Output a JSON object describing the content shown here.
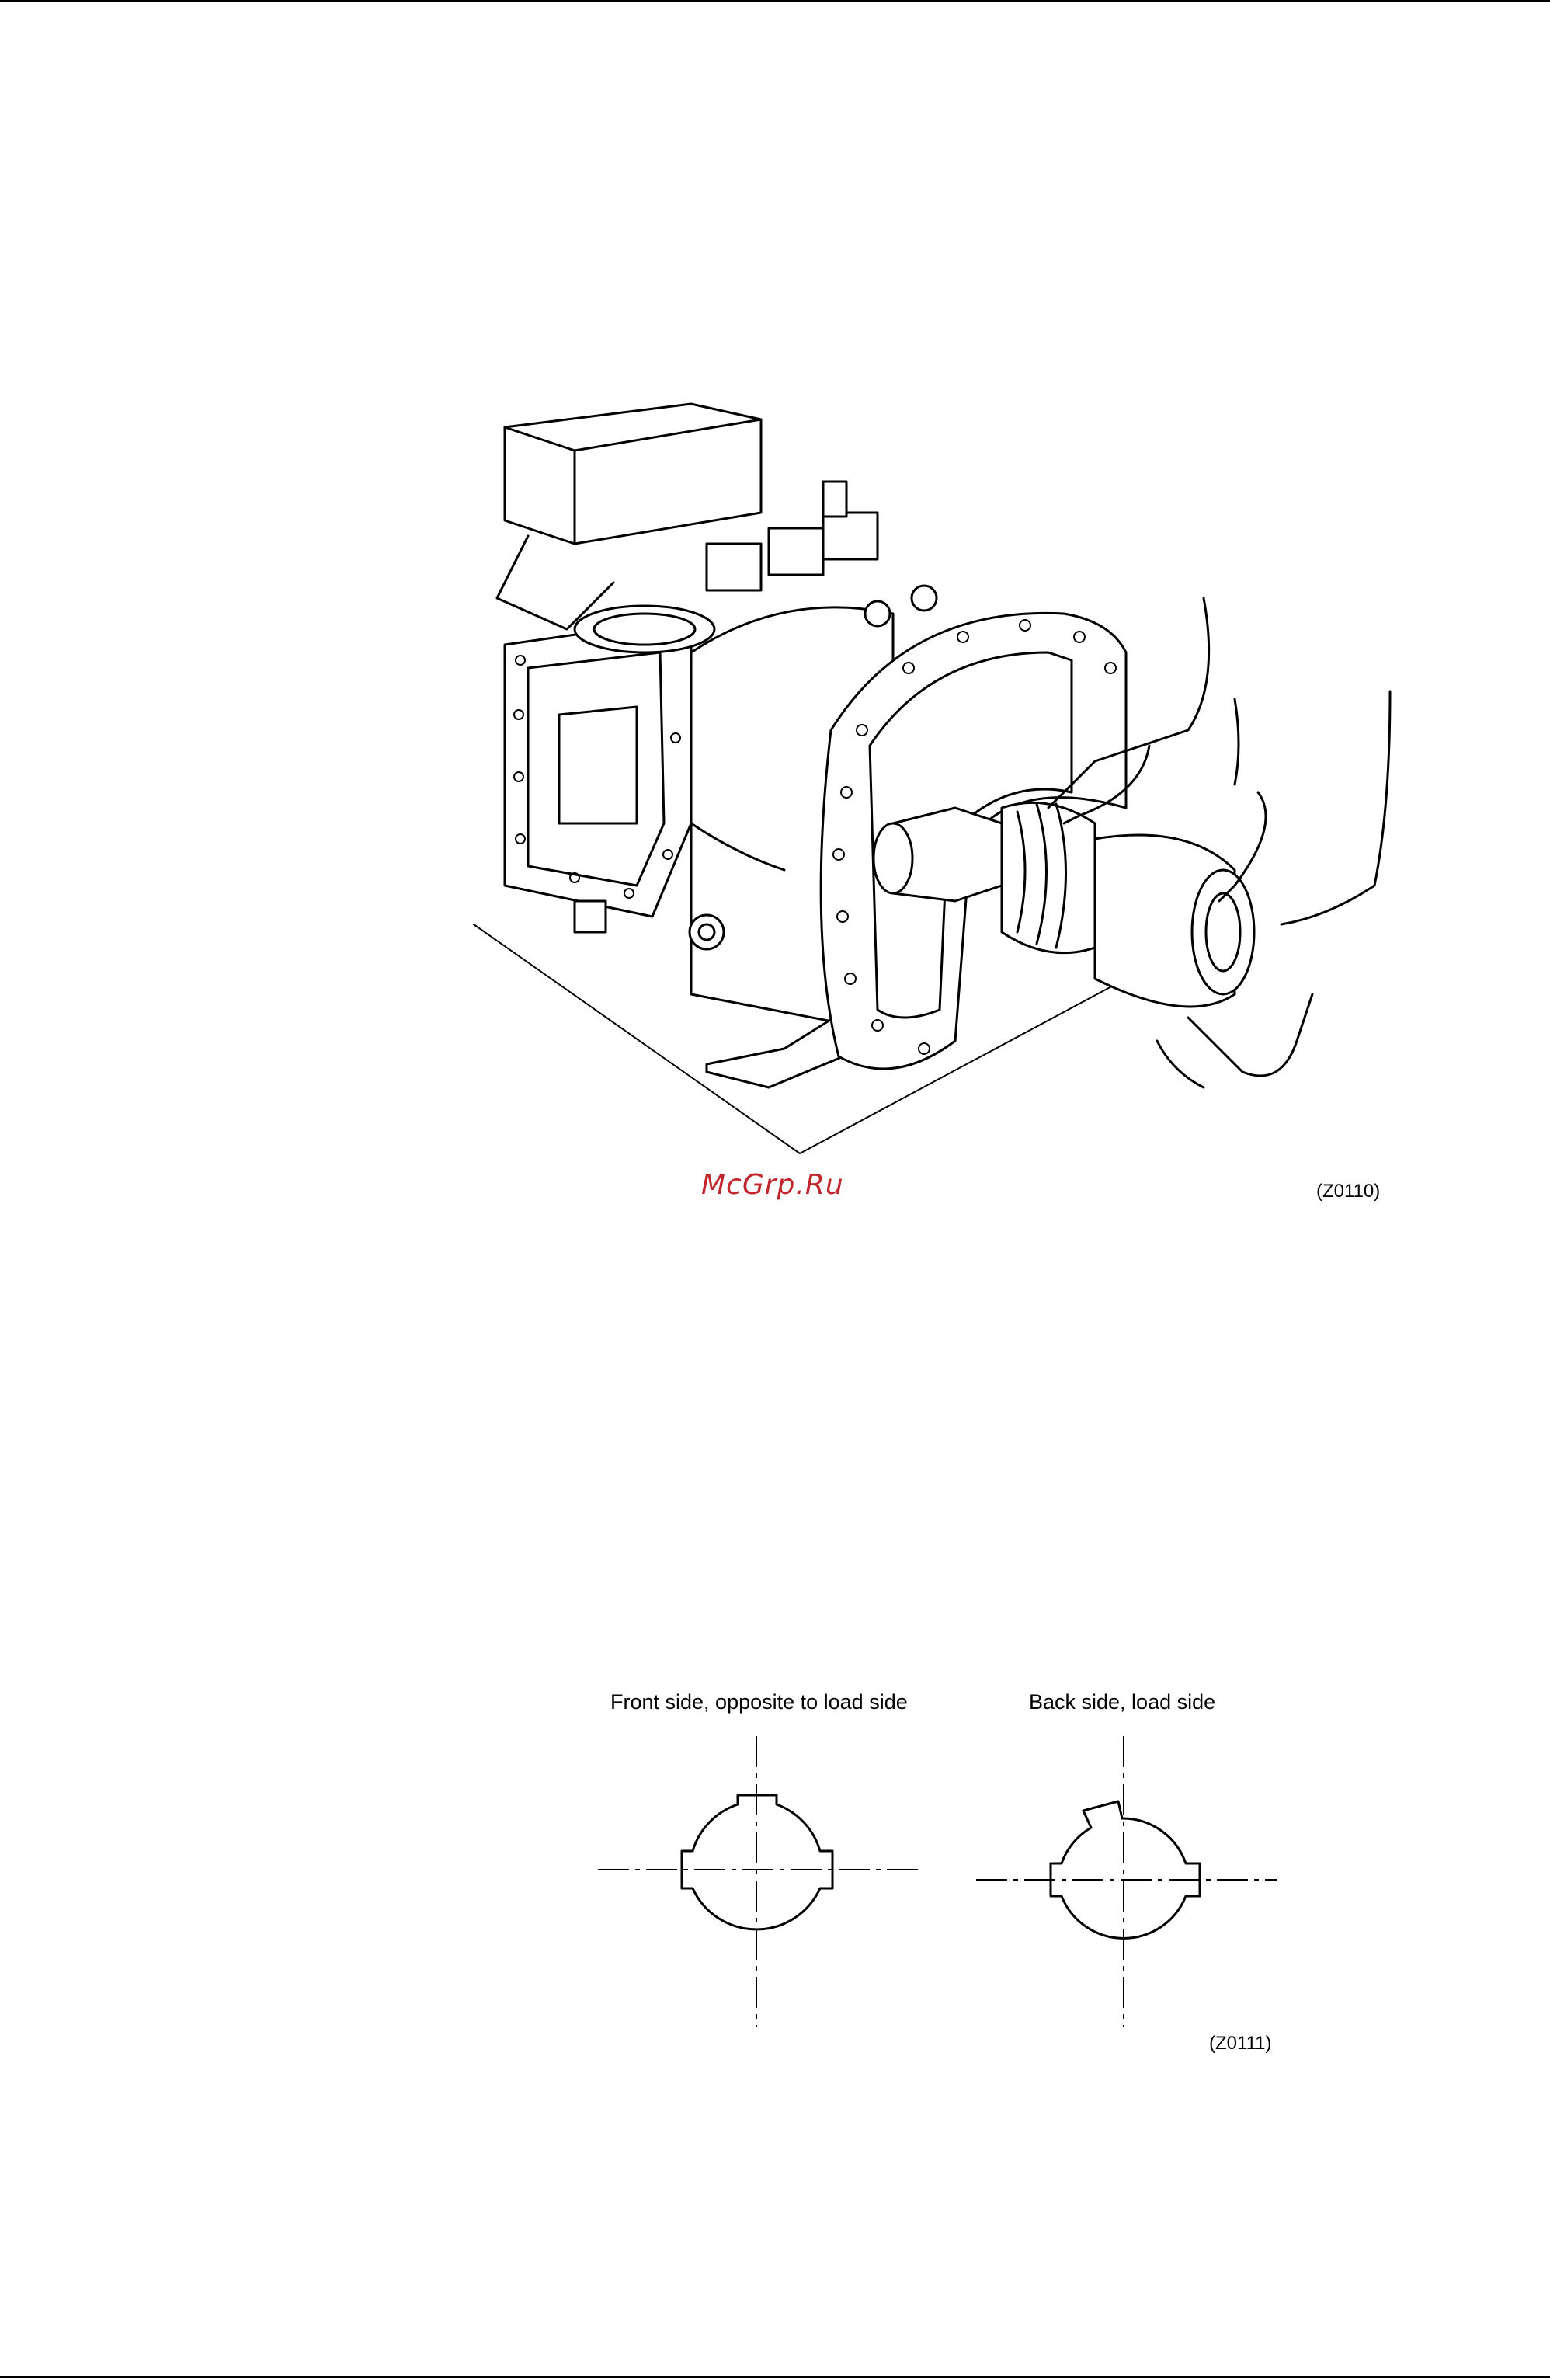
{
  "figure1": {
    "code": "(Z0110)"
  },
  "watermark": {
    "text": "McGrp.Ru",
    "color": "#c0262c"
  },
  "figure2": {
    "caption_front": "Front side, opposite to load side",
    "caption_back": "Back side, load side",
    "code": "(Z0111)"
  }
}
